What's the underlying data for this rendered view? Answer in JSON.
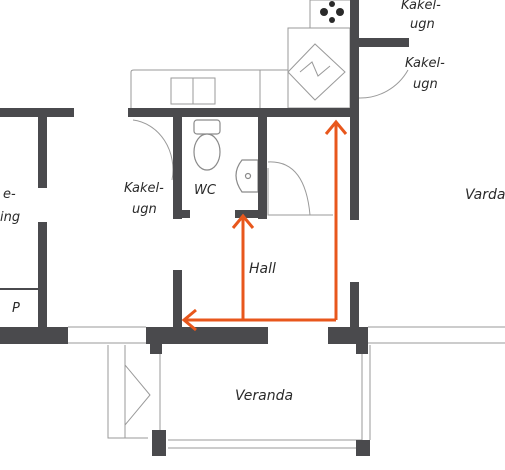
{
  "labels": {
    "kakelugn_top": [
      "Kakel-",
      "ugn"
    ],
    "kakelugn_right": [
      "Kakel-",
      "ugn"
    ],
    "kakelugn_left": [
      "Kakel-",
      "ugn"
    ],
    "wc": "WC",
    "hall": "Hall",
    "veranda": "Veranda",
    "vardagsrum_partial": "Varda",
    "left_room_partial": [
      "e-",
      "ing"
    ],
    "pantry": "P"
  },
  "colors": {
    "wall": "#4a4a4d",
    "arrow": "#e8571c",
    "thin_line": "#9a9a9a"
  }
}
